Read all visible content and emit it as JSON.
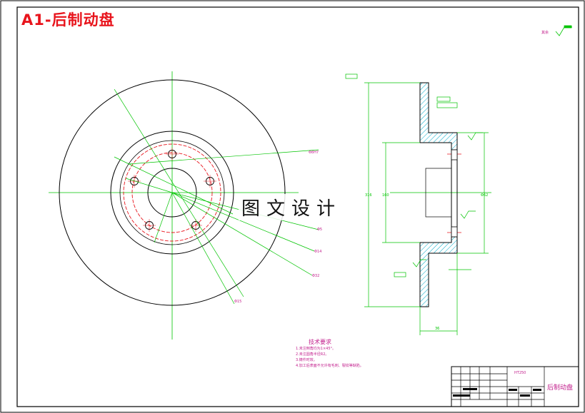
{
  "drawing": {
    "title_tag": "A1-后制动盘",
    "watermark": "图文设计",
    "part_name": "后制动盘",
    "material": "HT250",
    "other_roughness": "其余"
  },
  "technical_requirements": {
    "heading": "技术要求",
    "lines": [
      "1.未注倒角均为1×45°。",
      "2.未注圆角半径R2。",
      "3.铸件时效。",
      "4.加工后表面不允许有毛刺、裂纹等缺陷。"
    ]
  },
  "colors": {
    "outline": "#000000",
    "centerline": "#00c400",
    "hidden_circle": "#e8141c",
    "dimension": "#00c400",
    "hatch": "#00a8c8",
    "annotation_text": "#c21e8c"
  },
  "views": {
    "front": "front-view",
    "section": "section-view"
  }
}
